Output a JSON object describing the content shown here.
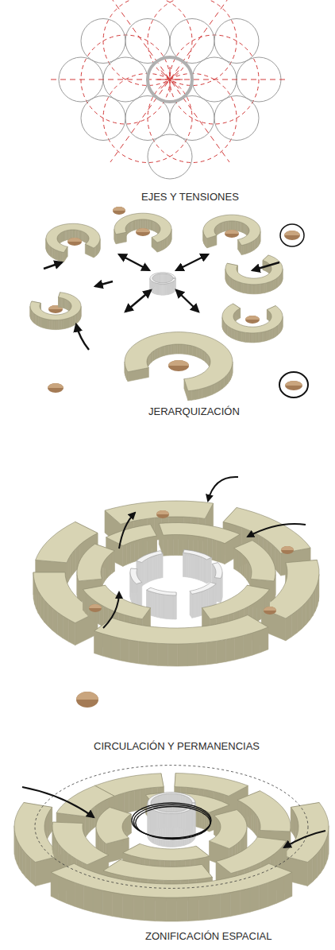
{
  "diagram": {
    "labels": [
      "EJES Y TENSIONES",
      "JERARQUIZACIÓN",
      "CIRCULACIÓN Y PERMANENCIAS",
      "ZONIFICACIÓN ESPACIAL"
    ]
  }
}
